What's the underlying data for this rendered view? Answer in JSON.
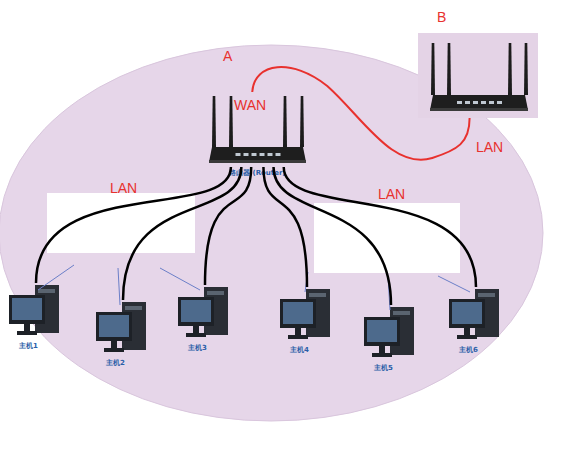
{
  "diagram": {
    "nodes": [
      {
        "text": [
          "A"
        ]
      },
      {
        "text": [
          "路由器 (Router)"
        ],
        "in": 0
      },
      {
        "text": [
          "B"
        ]
      },
      {
        "text": [
          "主机1"
        ],
        "in": 0
      },
      {
        "text": [
          "主机2"
        ],
        "in": 0
      },
      {
        "text": [
          "主机3"
        ],
        "in": 0
      },
      {
        "text": [
          "主机4"
        ],
        "in": 0
      },
      {
        "text": [
          "主机5"
        ],
        "in": 0
      },
      {
        "text": [
          "主机6"
        ],
        "in": 0
      }
    ],
    "edges": [
      {
        "from": 1,
        "to": 2,
        "arrow": "none"
      },
      {
        "from": 1,
        "to": 3,
        "arrow": "none"
      },
      {
        "from": 1,
        "to": 4,
        "arrow": "none"
      },
      {
        "from": 1,
        "to": 5,
        "arrow": "none"
      },
      {
        "from": 1,
        "to": 6,
        "arrow": "none"
      },
      {
        "from": 1,
        "to": 7,
        "arrow": "none"
      },
      {
        "from": 1,
        "to": 8,
        "arrow": "none"
      }
    ],
    "labels": [
      "WAN",
      "LAN",
      "LAN",
      "LAN"
    ]
  }
}
